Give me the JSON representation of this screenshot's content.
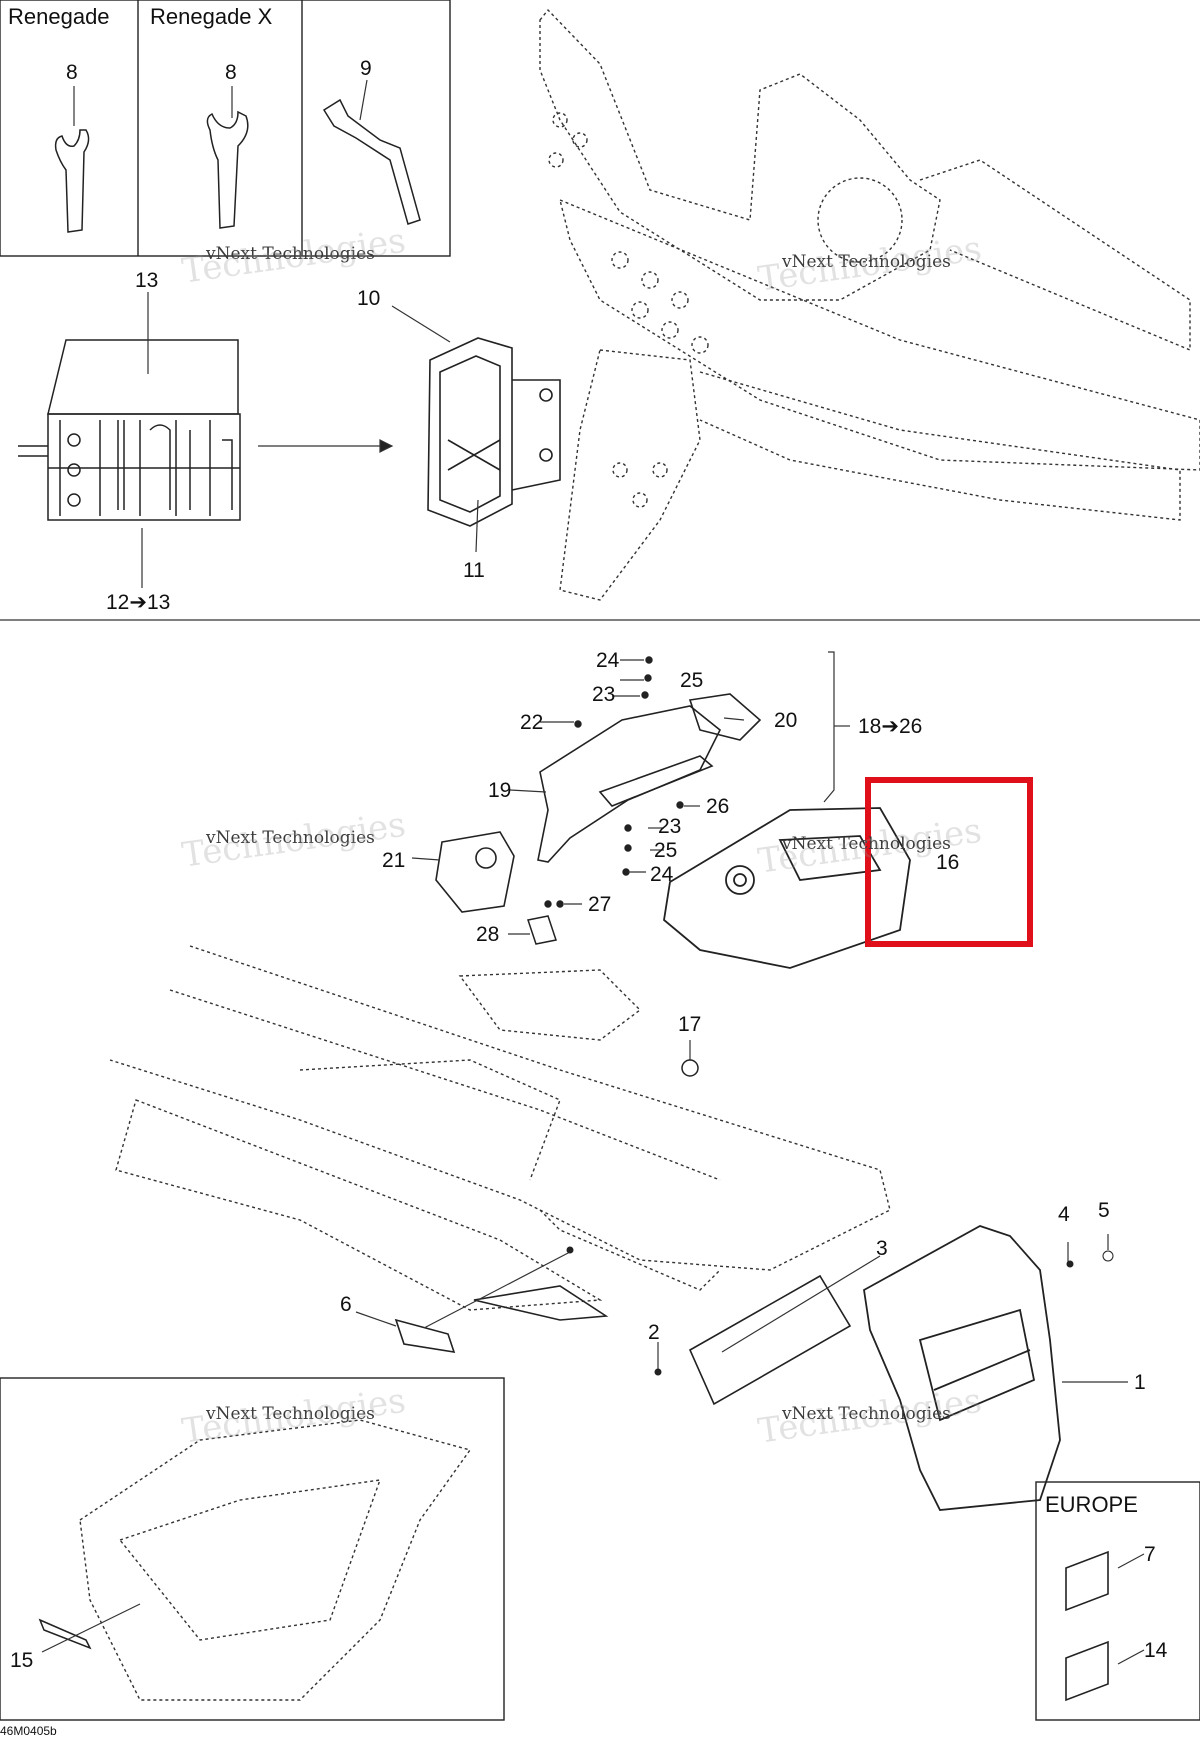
{
  "headers": {
    "renegade": "Renegade",
    "renegade_x": "Renegade X",
    "europe": "EUROPE"
  },
  "callouts": {
    "c1": "1",
    "c2": "2",
    "c3": "3",
    "c4": "4",
    "c5": "5",
    "c6": "6",
    "c7": "7",
    "c8a": "8",
    "c8b": "8",
    "c9": "9",
    "c10": "10",
    "c11": "11",
    "c12_13": "12➔13",
    "c13": "13",
    "c14": "14",
    "c15": "15",
    "c16": "16",
    "c17": "17",
    "c18_26": "18➔26",
    "c19": "19",
    "c20": "20",
    "c21": "21",
    "c22": "22",
    "c23a": "23",
    "c23b": "23",
    "c24a": "24",
    "c24b": "24",
    "c25a": "25",
    "c25b": "25",
    "c26": "26",
    "c27": "27",
    "c28": "28"
  },
  "watermark": {
    "line1": "vNext Technologies",
    "line2": "Technologies"
  },
  "drawing_code": "46M0405b",
  "highlight_color": "#e0101a"
}
